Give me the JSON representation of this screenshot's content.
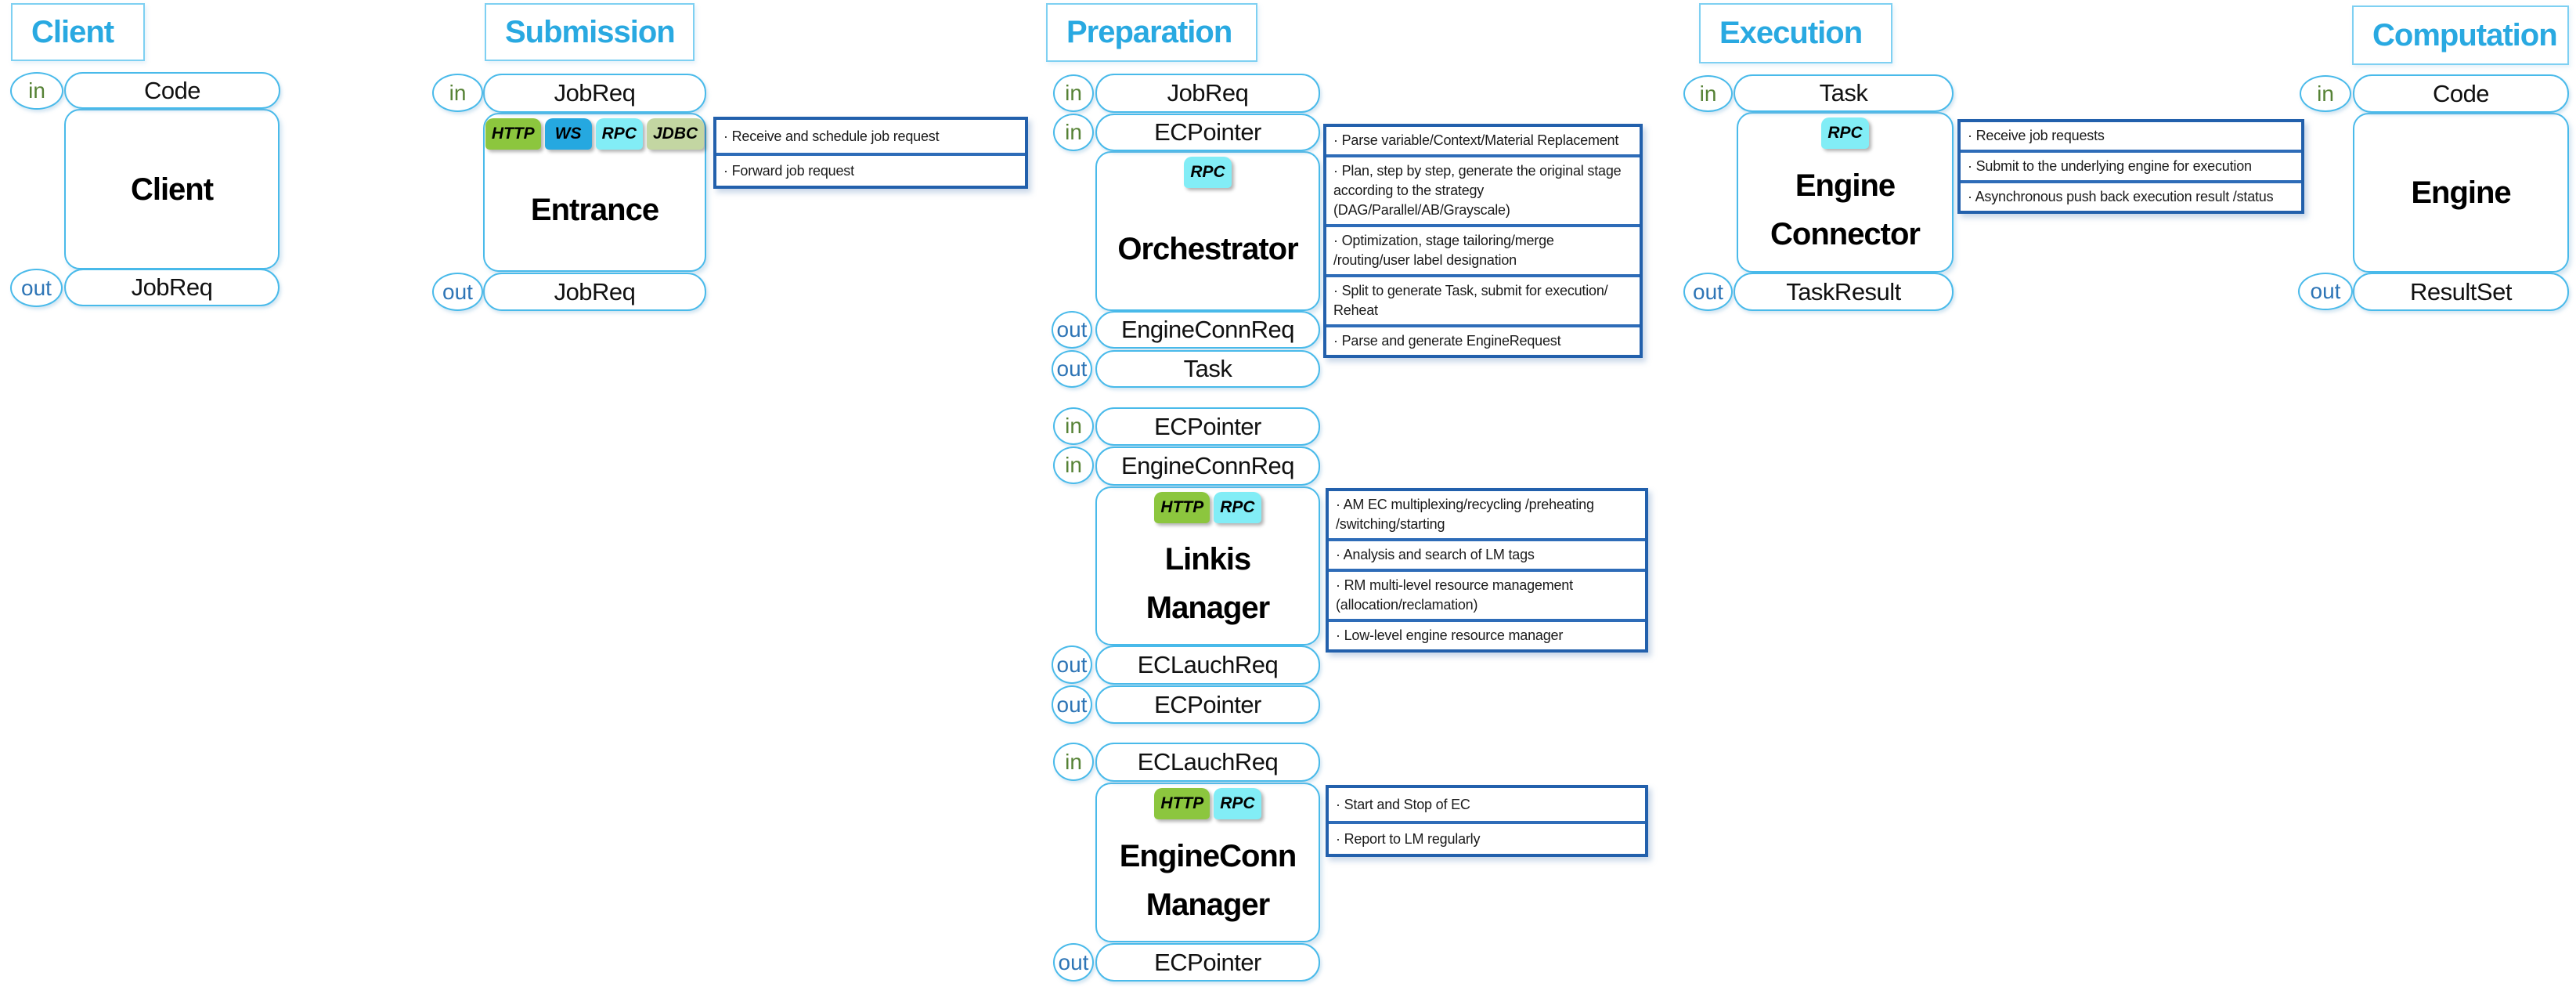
{
  "labels": {
    "in": "in",
    "out": "out"
  },
  "colors": {
    "accent_border": "#49baea",
    "title_text": "#29a9e1",
    "in_text": "#568235",
    "out_text": "#2e75b6",
    "notes_border": "#2260ac",
    "notes_divider": "#2e6cb8",
    "tag_http": "#8cc63e",
    "tag_ws": "#25a8e0",
    "tag_rpc": "#82edf6",
    "tag_jdbc": "#c3d6a2"
  },
  "sections": [
    {
      "title": "Client",
      "modules": [
        {
          "name": "Client",
          "tags": [],
          "ports_in": [
            {
              "dir": "in",
              "label": "Code"
            }
          ],
          "ports_out": [
            {
              "dir": "out",
              "label": "JobReq"
            }
          ],
          "notes": []
        }
      ]
    },
    {
      "title": "Submission",
      "modules": [
        {
          "name": "Entrance",
          "tags": [
            {
              "label": "HTTP",
              "color": "#8cc63e"
            },
            {
              "label": "WS",
              "color": "#25a8e0"
            },
            {
              "label": "RPC",
              "color": "#82edf6"
            },
            {
              "label": "JDBC",
              "color": "#c3d6a2"
            }
          ],
          "ports_in": [
            {
              "dir": "in",
              "label": "JobReq"
            }
          ],
          "ports_out": [
            {
              "dir": "out",
              "label": "JobReq"
            }
          ],
          "notes": [
            "· Receive and schedule job request",
            "· Forward job request"
          ]
        }
      ]
    },
    {
      "title": "Preparation",
      "modules": [
        {
          "name": "Orchestrator",
          "tags": [
            {
              "label": "RPC",
              "color": "#82edf6"
            }
          ],
          "ports_in": [
            {
              "dir": "in",
              "label": "JobReq"
            },
            {
              "dir": "in",
              "label": "ECPointer"
            }
          ],
          "ports_out": [
            {
              "dir": "out",
              "label": "EngineConnReq"
            },
            {
              "dir": "out",
              "label": "Task"
            }
          ],
          "notes": [
            "· Parse variable/Context/Material Replacement",
            "· Plan, step by step, generate the original stage according to the strategy (DAG/Parallel/AB/Grayscale)",
            "· Optimization, stage tailoring/merge /routing/user label designation",
            "· Split to generate Task, submit for execution/ Reheat",
            "· Parse and generate EngineRequest"
          ]
        },
        {
          "name": "Linkis\nManager",
          "tags": [
            {
              "label": "HTTP",
              "color": "#8cc63e"
            },
            {
              "label": "RPC",
              "color": "#82edf6"
            }
          ],
          "ports_in": [
            {
              "dir": "in",
              "label": "ECPointer"
            },
            {
              "dir": "in",
              "label": "EngineConnReq"
            }
          ],
          "ports_out": [
            {
              "dir": "out",
              "label": "ECLauchReq"
            },
            {
              "dir": "out",
              "label": "ECPointer"
            }
          ],
          "notes": [
            "· AM EC multiplexing/recycling /preheating /switching/starting",
            "· Analysis and search of LM tags",
            "· RM multi-level resource management (allocation/reclamation)",
            "· Low-level engine resource manager"
          ]
        },
        {
          "name": "EngineConn\nManager",
          "tags": [
            {
              "label": "HTTP",
              "color": "#8cc63e"
            },
            {
              "label": "RPC",
              "color": "#82edf6"
            }
          ],
          "ports_in": [
            {
              "dir": "in",
              "label": "ECLauchReq"
            }
          ],
          "ports_out": [
            {
              "dir": "out",
              "label": "ECPointer"
            }
          ],
          "notes": [
            "· Start and Stop of EC",
            "· Report to LM regularly"
          ]
        }
      ]
    },
    {
      "title": "Execution",
      "modules": [
        {
          "name": "Engine\nConnector",
          "tags": [
            {
              "label": "RPC",
              "color": "#82edf6"
            }
          ],
          "ports_in": [
            {
              "dir": "in",
              "label": "Task"
            }
          ],
          "ports_out": [
            {
              "dir": "out",
              "label": "TaskResult"
            }
          ],
          "notes": [
            "· Receive job requests",
            "· Submit to the underlying engine for execution",
            "· Asynchronous push back execution result /status"
          ]
        }
      ]
    },
    {
      "title": "Computation",
      "modules": [
        {
          "name": "Engine",
          "tags": [],
          "ports_in": [
            {
              "dir": "in",
              "label": "Code"
            }
          ],
          "ports_out": [
            {
              "dir": "out",
              "label": "ResultSet"
            }
          ],
          "notes": []
        }
      ]
    }
  ]
}
